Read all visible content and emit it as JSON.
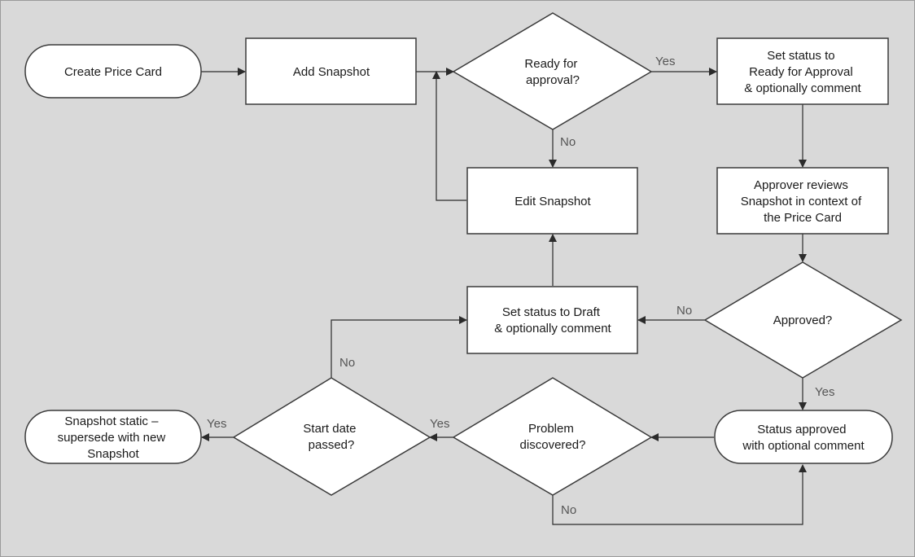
{
  "nodes": {
    "create": {
      "lines": [
        "Create Price Card"
      ]
    },
    "add": {
      "lines": [
        "Add Snapshot"
      ]
    },
    "ready": {
      "lines": [
        "Ready for",
        "approval?"
      ]
    },
    "set_ready": {
      "lines": [
        "Set status to",
        "Ready for Approval",
        "& optionally comment"
      ]
    },
    "edit": {
      "lines": [
        "Edit Snapshot"
      ]
    },
    "reviews": {
      "lines": [
        "Approver reviews",
        "Snapshot  in context of",
        "the Price Card"
      ]
    },
    "approved_q": {
      "lines": [
        "Approved?"
      ]
    },
    "set_draft": {
      "lines": [
        "Set status to Draft",
        "& optionally comment"
      ]
    },
    "start_date": {
      "lines": [
        "Start date",
        "passed?"
      ]
    },
    "problem": {
      "lines": [
        "Problem",
        "discovered?"
      ]
    },
    "status_approved": {
      "lines": [
        "Status approved",
        "with optional comment"
      ]
    },
    "static": {
      "lines": [
        "Snapshot static –",
        "supersede with new",
        "Snapshot"
      ]
    }
  },
  "edge_labels": {
    "ready_yes": "Yes",
    "ready_no": "No",
    "approved_no": "No",
    "approved_yes": "Yes",
    "start_no": "No",
    "start_yes": "Yes",
    "problem_yes": "Yes",
    "problem_no": "No"
  }
}
